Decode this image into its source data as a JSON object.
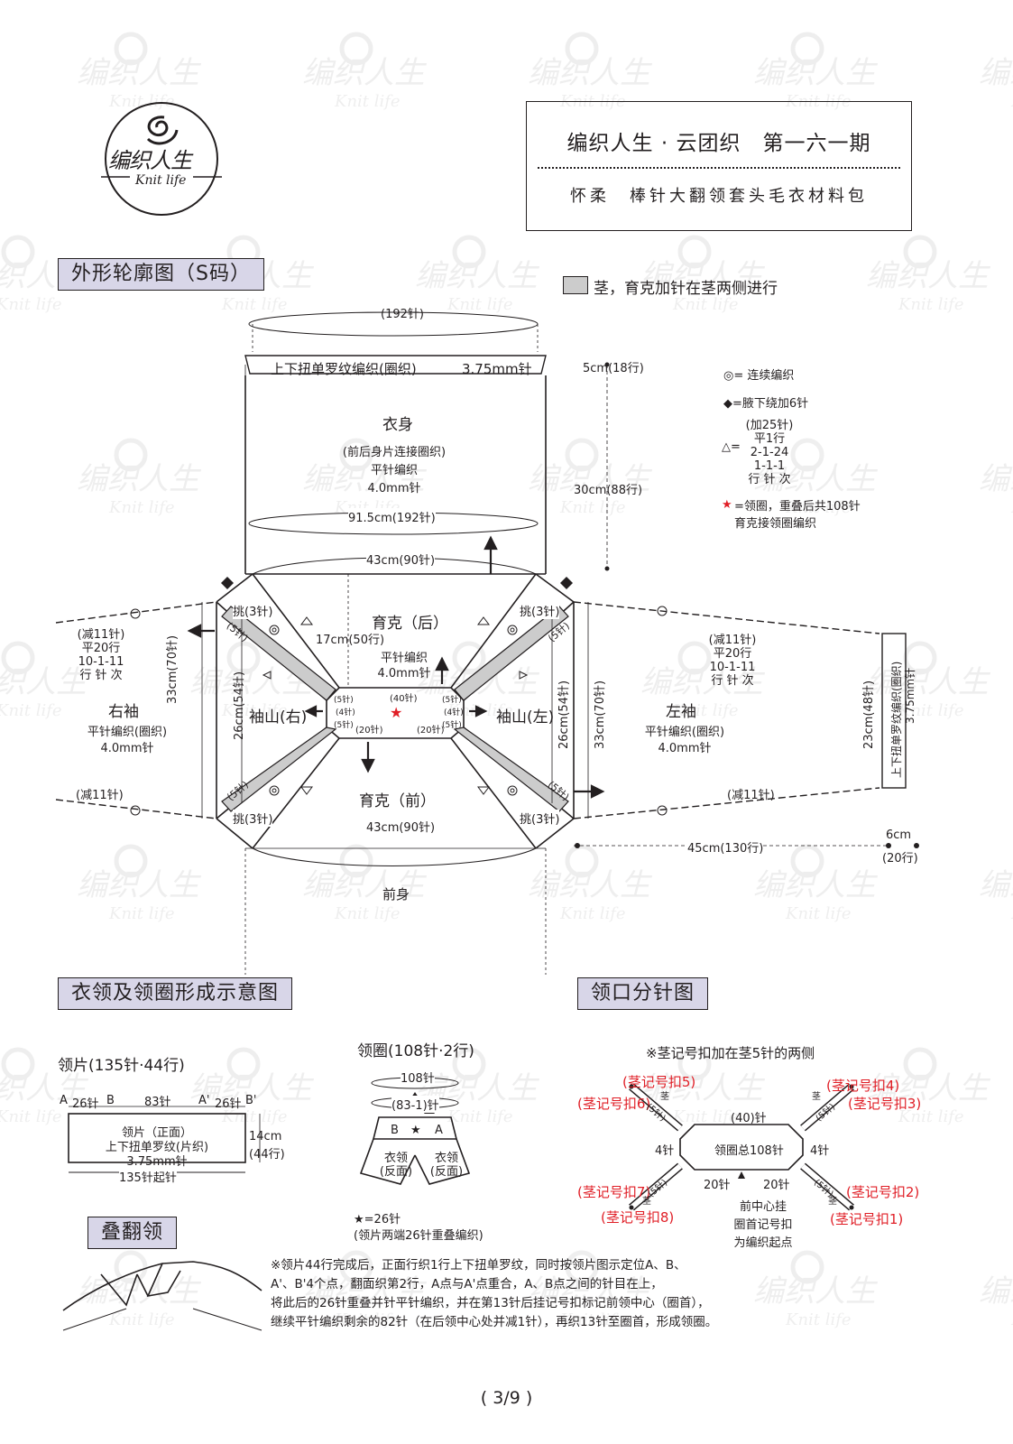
{
  "header": {
    "logo_cn": "编织人生",
    "logo_en": "Knit life",
    "title": "编织人生 · 云团织　第一六一期",
    "subtitle": "怀柔　棒针大翻领套头毛衣材料包"
  },
  "section1": {
    "title": "外形轮廓图（S码）",
    "legend_stem": "茎，育克加针在茎两侧进行",
    "legend_items": {
      "continue": "◎= 连续编织",
      "underarm": "◆=腋下绕加6针",
      "tri_block": "(加25针)\n平1行\n2-1-24\n1-1-1\n行 针 次",
      "tri_sym": "△=",
      "star_sym": "★",
      "star_text": "=领圈，重叠后共108针\n育克接领圈编织"
    },
    "body": {
      "top_circ": "(192针)",
      "rib": "上下扭单罗纹编织(圈织)",
      "rib_needle": "3.75mm针",
      "name": "衣身",
      "desc1": "(前后身片连接圈织)",
      "desc2": "平针编织",
      "desc3": "4.0mm针",
      "width": "91.5cm(192针)",
      "yoke_w_back": "43cm(90针)",
      "rib_h": "5cm(18行)",
      "body_h": "30cm(88行)"
    },
    "yoke": {
      "back": "育克（后）",
      "back_h": "17cm(50行)",
      "back_desc1": "平针编织",
      "back_desc2": "4.0mm针",
      "front": "育克（前）",
      "front_w": "43cm(90针)",
      "front_body": "前身",
      "neck_top": "(40针)",
      "neck_bl": "(20针)",
      "neck_br": "(20针)",
      "s5": "(5针)",
      "s4": "(4针)",
      "pick3": "挑(3针)",
      "s5b": "(5针)"
    },
    "sleeves": {
      "right": "右袖",
      "left": "左袖",
      "cap_r": "袖山(右)",
      "cap_l": "袖山(左)",
      "desc1": "平针编织(圈织)",
      "desc2": "4.0mm针",
      "dec_block": "(减11针)\n平20行\n10-1-11\n行 针 次",
      "dec11": "(减11针)",
      "h70": "33cm(70针)",
      "h54": "26cm(54针)",
      "cuff_w": "23cm(48针)",
      "cuff_rib": "上下扭单罗纹编织(圈织)",
      "cuff_needle": "3.75mm针",
      "len": "45cm(130行)",
      "cuff_h1": "6cm",
      "cuff_h2": "(20行)"
    }
  },
  "section2": {
    "title": "衣领及领圈形成示意图",
    "panel_title": "领片(135针·44行)",
    "a": "A",
    "b": "B",
    "a2": "A'",
    "b2": "B'",
    "s26": "26针",
    "s83": "83针",
    "panel_name": "领片（正面）",
    "panel_d1": "上下扭单罗纹(片织)",
    "panel_d2": "3.75mm针",
    "panel_h1": "14cm",
    "panel_h2": "(44行)",
    "panel_w": "135针起针",
    "ring_title": "领圈(108针·2行)",
    "ring_108": "108针",
    "ring_83": "(83-1)针",
    "collar_l": "衣领\n(反面)",
    "collar_r": "衣领\n(反面)",
    "star_note1": "★=26针",
    "star_note2": "(领片两端26针重叠编织)",
    "fold_title": "叠翻领"
  },
  "section3": {
    "title": "领口分针图",
    "note": "※茎记号扣加在茎5针的两侧",
    "m1": "(茎记号扣1)",
    "m2": "(茎记号扣2)",
    "m3": "(茎记号扣3)",
    "m4": "(茎记号扣4)",
    "m5": "(茎记号扣5)",
    "m6": "(茎记号扣6)",
    "m7": "(茎记号扣7)",
    "m8": "(茎记号扣8)",
    "top40": "(40)针",
    "total": "领圈总108针",
    "left4": "4针",
    "right4": "4针",
    "b20l": "20针",
    "b20r": "20针",
    "stem": "茎",
    "s5": "(5针)",
    "front_note": "前中心挂\n圈首记号扣\n为编织起点"
  },
  "instructions": "※领片44行完成后，正面行织1行上下扭单罗纹，同时按领片图示定位A、B、\nA'、B'4个点，翻面织第2行，A点与A'点重合，A、B点之间的针目在上，\n将此后的26针重叠并针平针编织，并在第13针后挂记号扣标记前领中心（圈首），\n继续平针编织剩余的82针（在后领中心处并减1针），再织13针至圈首，形成领圈。",
  "page_number": "( 3/9 )",
  "colors": {
    "accent": "#d8d6e8",
    "stem": "#cccccc",
    "marker_red": "#e01e26",
    "ink": "#231f20"
  }
}
